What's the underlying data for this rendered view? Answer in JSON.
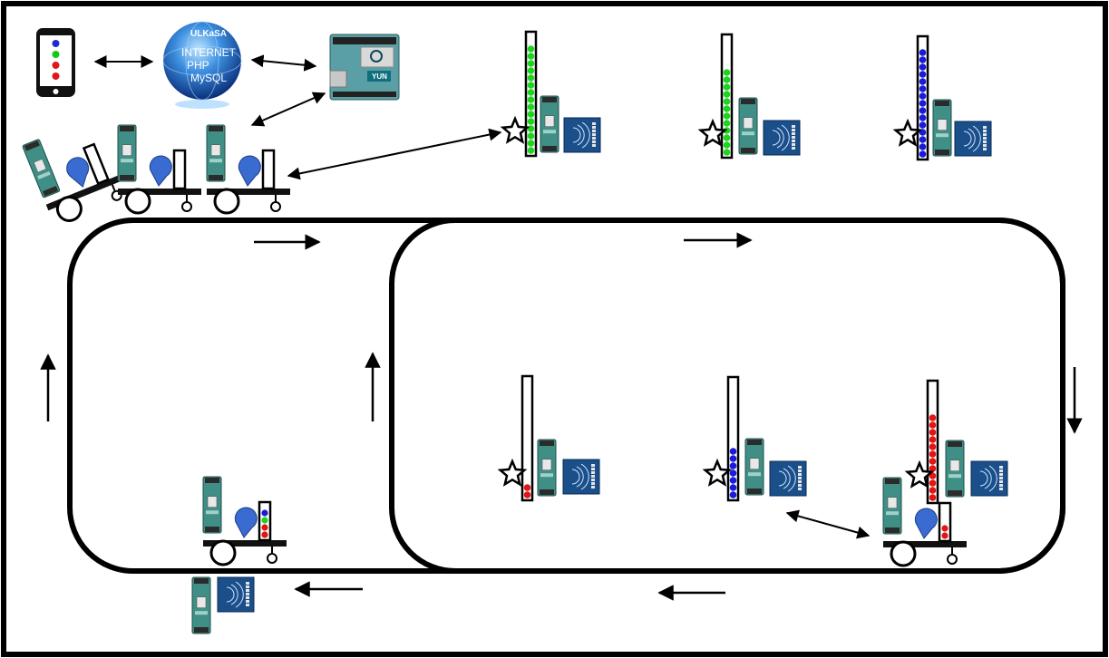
{
  "globe": {
    "brand": "ULKaSA",
    "line1": "INTERNET",
    "line2": "PHP",
    "line3": "MySQL"
  },
  "yun_board": {
    "label": "YUN"
  },
  "phone": {
    "led_colors": [
      "#1f2bd6",
      "#14c814",
      "#e01818",
      "#e01818"
    ]
  },
  "colors": {
    "green": "#1ed41e",
    "blue": "#1a1ad8",
    "red": "#e41414",
    "board_teal": "#3f8f86",
    "rfid_blue": "#1b4f8a",
    "tag_blue": "#3a6bd0"
  },
  "stations": [
    {
      "name": "top-station-1",
      "led_color": "green",
      "led_count": 15
    },
    {
      "name": "top-station-2",
      "led_color": "green",
      "led_count": 12
    },
    {
      "name": "top-station-3",
      "led_color": "blue",
      "led_count": 15
    },
    {
      "name": "bottom-station-1",
      "led_color": "red",
      "led_count": 2
    },
    {
      "name": "bottom-station-2",
      "led_color": "blue",
      "led_count": 7
    },
    {
      "name": "bottom-station-3",
      "led_color": "red",
      "led_count": 12
    }
  ],
  "carts": [
    {
      "name": "cart-tilted",
      "leds": []
    },
    {
      "name": "cart-top-1",
      "leds": []
    },
    {
      "name": "cart-top-2",
      "leds": []
    },
    {
      "name": "cart-bottom-left",
      "leds": [
        "blue",
        "green",
        "red",
        "red"
      ]
    },
    {
      "name": "cart-bottom-right",
      "leds": [
        "red",
        "red"
      ]
    }
  ]
}
